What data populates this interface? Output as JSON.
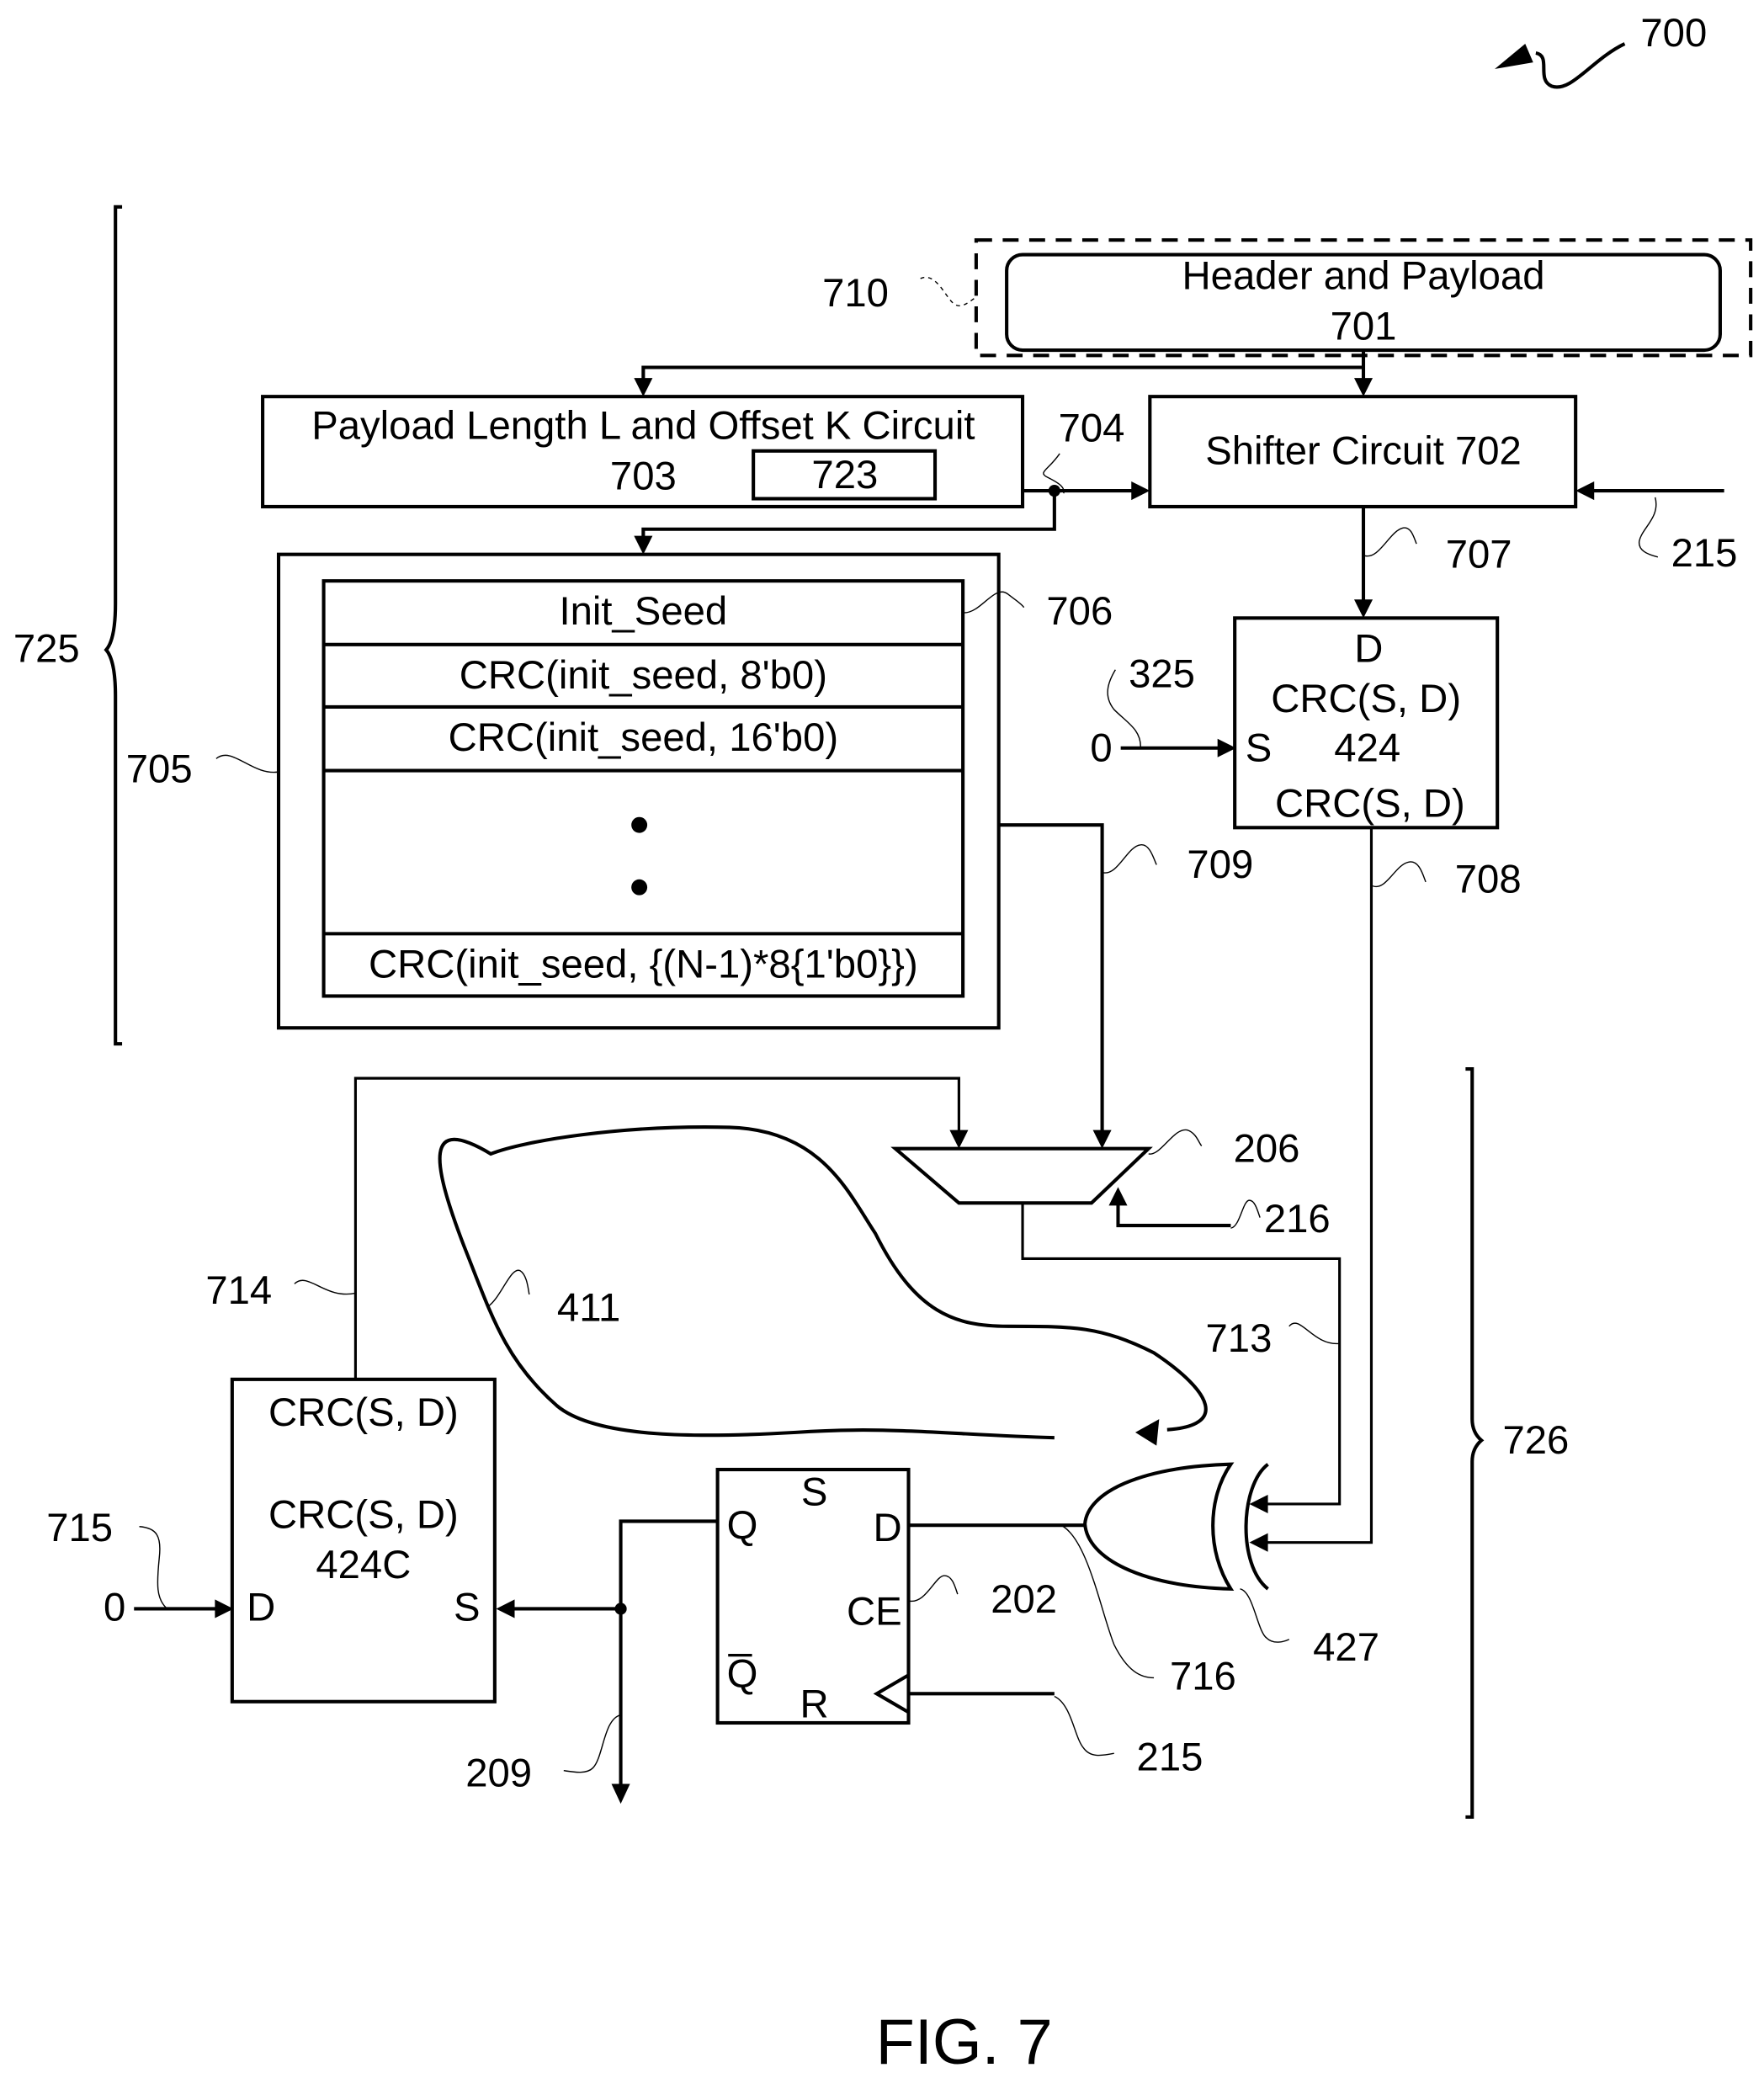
{
  "figure": {
    "title": "FIG. 7",
    "ref_main": "700"
  },
  "header_payload": {
    "label": "Header and Payload",
    "ref": "701",
    "group_ref": "710"
  },
  "payload_length": {
    "label": "Payload Length L and Offset K Circuit",
    "ref": "703",
    "sub_ref": "723",
    "output_ref": "704"
  },
  "shifter": {
    "label": "Shifter Circuit 702",
    "clock_ref": "215",
    "output_ref": "707"
  },
  "lut": {
    "ref": "705",
    "table_ref": "706",
    "rows": [
      "Init_Seed",
      "CRC(init_seed, 8'b0)",
      "CRC(init_seed, 16'b0)",
      "",
      "CRC(init_seed, {(N-1)*8{1'b0}})"
    ],
    "output_ref": "709"
  },
  "crc_424": {
    "port_d": "D",
    "func_top": "CRC(S, D)",
    "port_s": "S",
    "ref": "424",
    "func_bottom": "CRC(S, D)",
    "seed_input": "0",
    "seed_ref": "325",
    "output_ref": "708"
  },
  "mux": {
    "ref": "206",
    "select_ref": "216",
    "output_ref": "713"
  },
  "feedback": {
    "loop_ref": "411"
  },
  "xor": {
    "ref": "427",
    "output_ref": "716"
  },
  "flipflop": {
    "ref": "202",
    "port_s": "S",
    "port_q": "Q",
    "port_d": "D",
    "port_ce": "CE",
    "port_qbar": "Q",
    "port_r": "R",
    "clock_ref": "215",
    "output_ref": "209"
  },
  "crc_424c": {
    "func_top": "CRC(S, D)",
    "func_mid": "CRC(S, D)",
    "ref": "424C",
    "port_d": "D",
    "port_s": "S",
    "data_input": "0",
    "data_ref": "715",
    "output_ref": "714"
  },
  "brackets": {
    "upper_ref": "725",
    "lower_ref": "726"
  }
}
